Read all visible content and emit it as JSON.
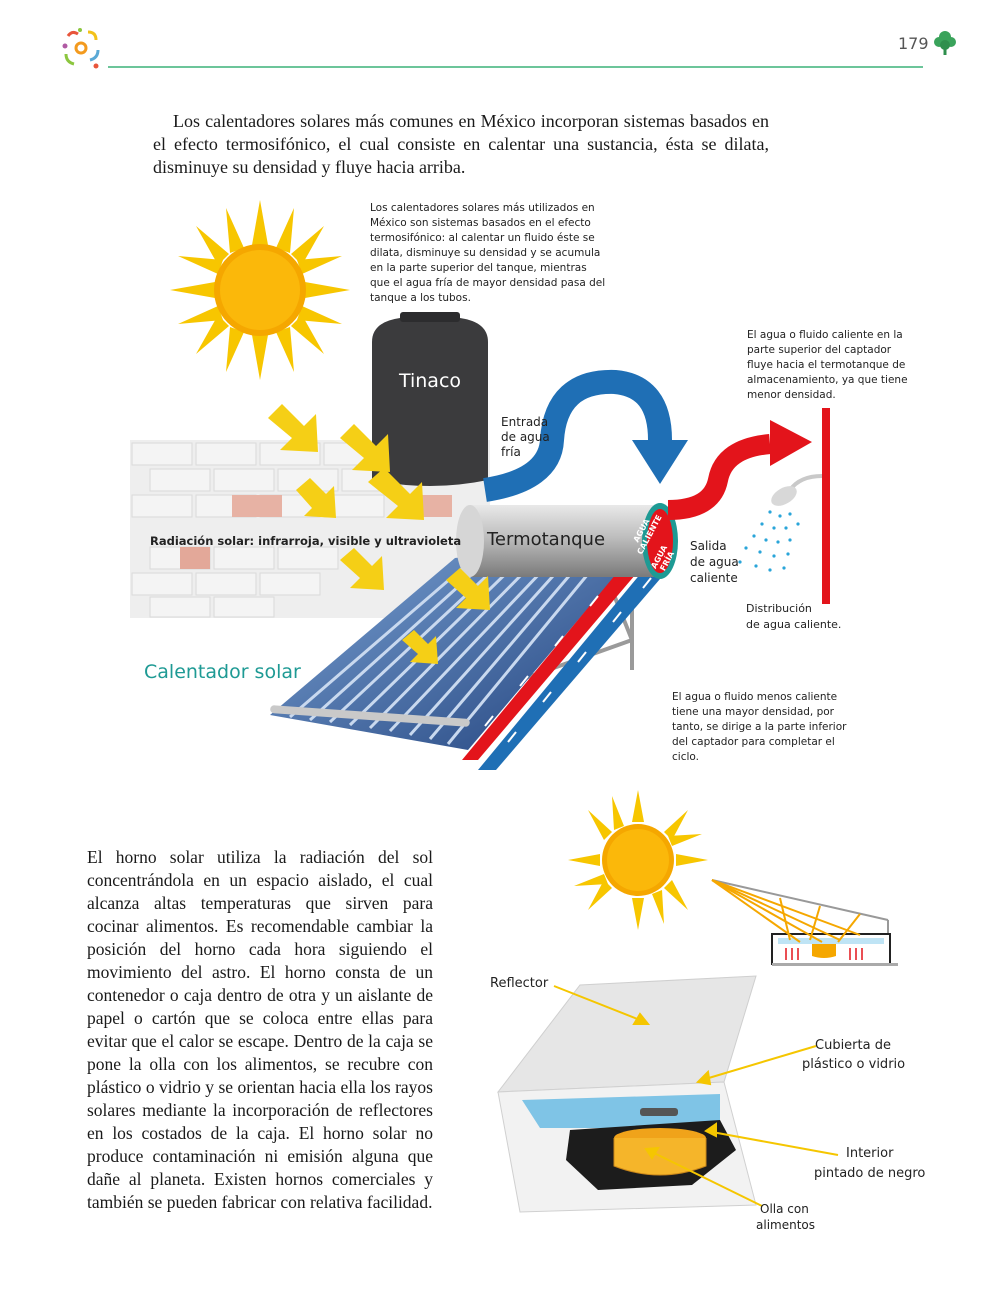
{
  "header": {
    "page_number": "179"
  },
  "intro": {
    "paragraph": "Los calentadores solares más comunes en México incorporan sistemas basados en el efecto termosifónico, el cual consiste en calentar una sustancia, ésta se dilata, disminuye su densidad y fluye hacia arriba."
  },
  "heater_diagram": {
    "caption_top": "Los calentadores solares más utilizados en México son sistemas basados en el efecto termosifónico: al calentar un fluido éste se dilata, disminuye su densidad y se acumula en la parte superior del tanque, mientras que el agua fría de mayor densidad pasa del tanque a los tubos.",
    "caption_right": "El agua o fluido caliente en la parte superior del captador fluye hacia el termotanque de almacenamiento, ya que tiene menor densidad.",
    "tinaco_label": "Tinaco",
    "inlet_label_1": "Entrada",
    "inlet_label_2": "de agua",
    "inlet_label_3": "fría",
    "termotanque_label": "Termotanque",
    "hot_water_tag_1": "AGUA",
    "hot_water_tag_2": "CALIENTE",
    "cold_water_tag_1": "AGUA",
    "cold_water_tag_2": "FRÍA",
    "outlet_label_1": "Salida",
    "outlet_label_2": "de agua",
    "outlet_label_3": "caliente",
    "distribution_label_1": "Distribución",
    "distribution_label_2": "de agua caliente.",
    "radiation_label": "Radiación solar: infrarroja, visible y ultravioleta",
    "heater_title": "Calentador solar",
    "caption_bottom": "El agua o fluido menos caliente tiene una mayor densidad, por tanto, se dirige a la parte inferior del captador para completar el ciclo."
  },
  "oven": {
    "paragraph": "El horno solar utiliza la radiación del sol concentrándola en un espacio aislado, el cual alcanza altas temperaturas que sirven para cocinar alimentos. Es recomendable cambiar la posición del horno cada hora siguiendo el movimiento del astro. El horno consta de un contenedor o caja dentro de otra y un aislante de papel o cartón que se coloca entre ellas para evitar que el calor se escape. Dentro de la caja se pone la olla con los alimentos, se recubre con plástico o vidrio y se orientan hacia ella los rayos solares mediante la incorporación de reflectores en los costados de la caja. El horno solar no produce contaminación ni emisión alguna que dañe al planeta. Existen hornos comerciales y también se pueden fabricar con relativa facilidad.",
    "reflector_label": "Reflector",
    "cover_label_1": "Cubierta de",
    "cover_label_2": "plástico o vidrio",
    "interior_label_1": "Interior",
    "interior_label_2": "pintado de negro",
    "pot_label_1": "Olla con",
    "pot_label_2": "alimentos"
  },
  "colors": {
    "accent_green": "#6cc59a",
    "teal_title": "#1e9a94",
    "hot_red": "#e3141b",
    "cold_blue": "#1f6fb5",
    "sun_yellow": "#f7c600",
    "arrow_yellow": "#f5cf16"
  }
}
